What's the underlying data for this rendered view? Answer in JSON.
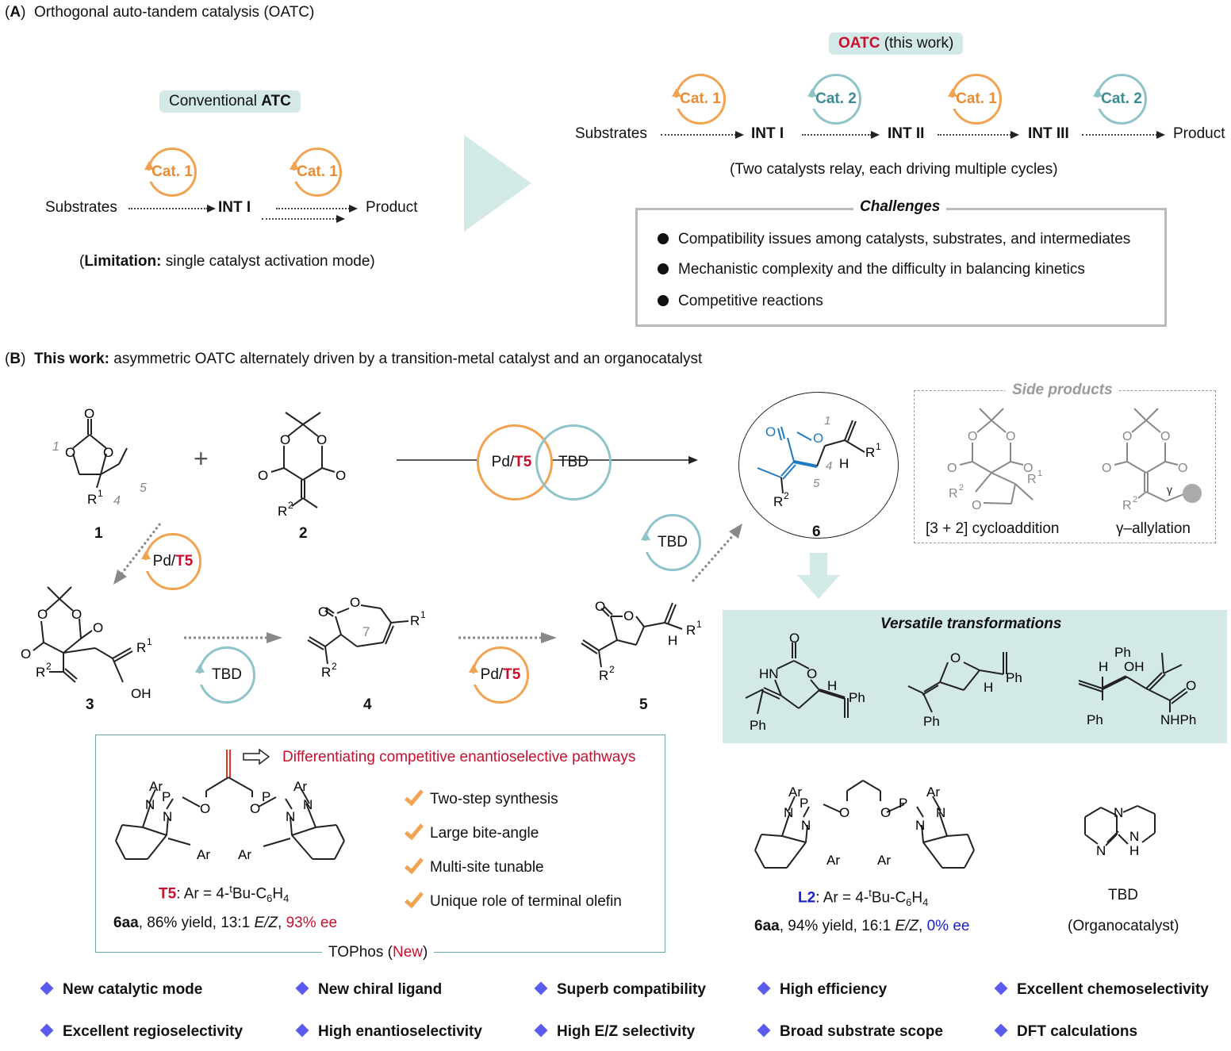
{
  "panel_a": {
    "tag": "A",
    "title": "Orthogonal auto-tandem catalysis (OATC)",
    "conventional": {
      "label_prefix": "Conventional ",
      "label_bold": "ATC",
      "substrates": "Substrates",
      "int1": "INT I",
      "product": "Product",
      "cat1": "Cat. 1",
      "limitation_bold": "Limitation:",
      "limitation_text": " single catalyst activation mode"
    },
    "oatc": {
      "label_red": "OATC",
      "label_rest": " (this work)",
      "substrates": "Substrates",
      "int1": "INT I",
      "int2": "INT II",
      "int3": "INT III",
      "product": "Product",
      "cat1": "Cat. 1",
      "cat2": "Cat. 2",
      "caption": "(Two catalysts relay, each driving multiple cycles)"
    },
    "challenges": {
      "title": "Challenges",
      "items": [
        "Compatibility issues among catalysts, substrates, and intermediates",
        "Mechanistic complexity and the difficulty in balancing kinetics",
        "Competitive reactions"
      ]
    }
  },
  "panel_b": {
    "tag": "B",
    "title_bold": "This work:",
    "title_rest": " asymmetric OATC alternately driven by a transition-metal catalyst and an organocatalyst",
    "compounds": {
      "c1": "1",
      "c2": "2",
      "c3": "3",
      "c4": "4",
      "c5": "5",
      "c6": "6"
    },
    "catalysts": {
      "pd": "Pd/",
      "t5": "T5",
      "tbd": "TBD"
    },
    "side_products": {
      "title": "Side products",
      "cyclo": "[3 + 2] cycloaddition",
      "allyl": "γ–allylation"
    },
    "versatile": {
      "title": "Versatile transformations"
    },
    "tophos": {
      "headline": "Differentiating competitive enantioselective pathways",
      "checks": [
        "Two-step synthesis",
        "Large bite-angle",
        "Multi-site tunable",
        "Unique role of terminal olefin"
      ],
      "t5_label": "T5",
      "t5_rest": ": Ar = 4-",
      "t5_tail": "Bu-C",
      "result_bold": "6aa",
      "result_text": ", 86% yield, 13:1 ",
      "ez": "E/Z",
      "ee": "93% ee",
      "box_label": "TOPhos (",
      "box_new": "New",
      "box_close": ")"
    },
    "l2": {
      "label": "L2",
      "result_bold": "6aa",
      "result_text": ", 94% yield, 16:1 ",
      "ez": "E/Z",
      "ee": "0% ee"
    },
    "tbd_cat": {
      "name": "TBD",
      "sub": "(Organocatalyst)"
    }
  },
  "features": [
    "New catalytic mode",
    "New chiral ligand",
    "Superb compatibility",
    "High efficiency",
    "Excellent chemoselectivity",
    "Excellent regioselectivity",
    "High enantioselectivity",
    "High E/Z selectivity",
    "Broad substrate scope",
    "DFT calculations"
  ],
  "colors": {
    "orange": "#f2a352",
    "teal": "#8ec4c8",
    "red": "#c8102e",
    "blue": "#1a22c8",
    "bullet": "#5b5bf0",
    "panel": "#d3e9e7"
  }
}
